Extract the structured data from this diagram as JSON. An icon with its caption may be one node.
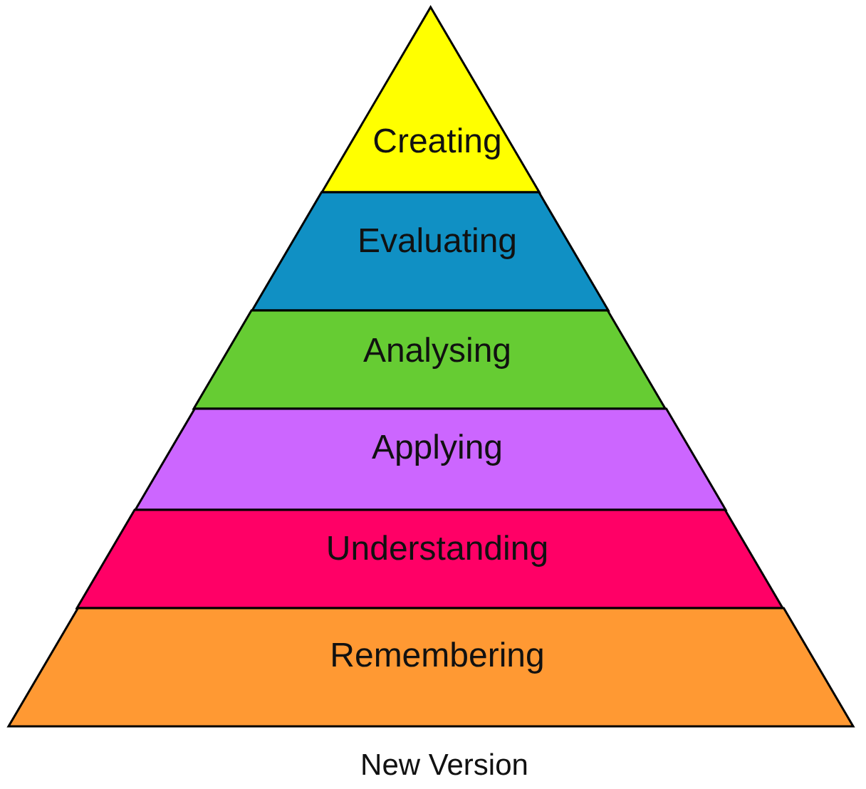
{
  "diagram": {
    "caption": "New Version",
    "nodes": [
      {
        "text": [
          "Creating"
        ]
      },
      {
        "text": [
          "Evaluating"
        ]
      },
      {
        "text": [
          "Analysing"
        ]
      },
      {
        "text": [
          "Applying"
        ]
      },
      {
        "text": [
          "Understanding"
        ]
      },
      {
        "text": [
          "Remembering"
        ]
      }
    ]
  }
}
